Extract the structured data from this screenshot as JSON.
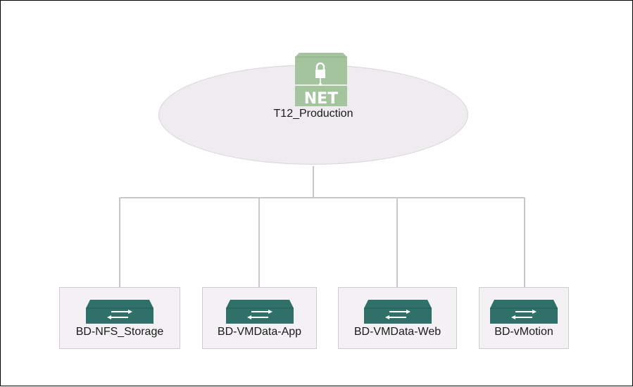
{
  "vrf": {
    "name": "T12_Production",
    "icon_text": "NET",
    "icon_name": "vrf-net-lock-icon",
    "icon_color": "#a3c49c"
  },
  "bridge_domains": [
    {
      "label": "BD-NFS_Storage",
      "icon_name": "bridge-domain-switch-icon"
    },
    {
      "label": "BD-VMData-App",
      "icon_name": "bridge-domain-switch-icon"
    },
    {
      "label": "BD-VMData-Web",
      "icon_name": "bridge-domain-switch-icon"
    },
    {
      "label": "BD-vMotion",
      "icon_name": "bridge-domain-switch-icon"
    }
  ],
  "colors": {
    "connector": "#c8c8c8",
    "switch_fill": "#2f7069",
    "ellipse_fill": "#efecef",
    "box_fill": "#f4f1f4"
  }
}
